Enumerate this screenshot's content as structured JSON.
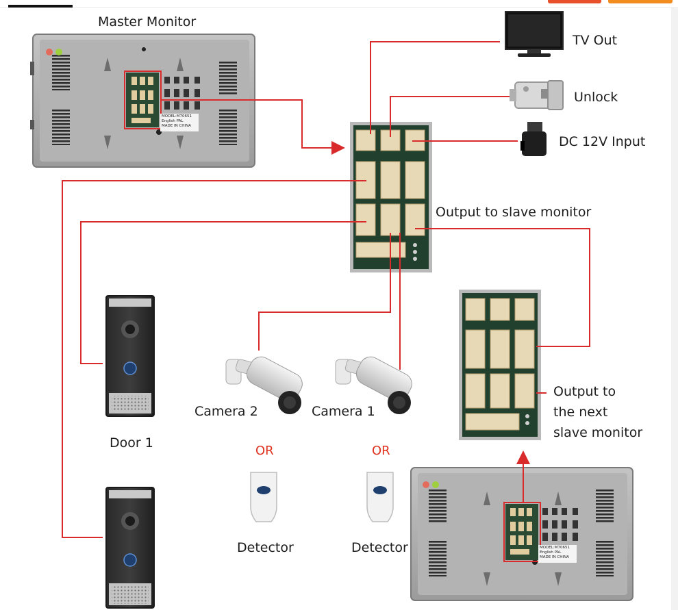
{
  "labels": {
    "master_monitor": "Master Monitor",
    "tv_out": "TV Out",
    "unlock": "Unlock",
    "dc_input": "DC 12V Input",
    "output_slave": "Output to slave monitor",
    "output_next_1": "Output to",
    "output_next_2": "the next",
    "output_next_3": "slave monitor",
    "camera2": "Camera 2",
    "camera1": "Camera 1",
    "door1": "Door 1",
    "or_left": "OR",
    "or_right": "OR",
    "detector_left": "Detector",
    "detector_right": "Detector"
  },
  "plate": {
    "model": "MODEL:M70651",
    "system": "English PAL",
    "origin": "MADE IN CHINA"
  },
  "colors": {
    "wire": "#d92b2b",
    "button_red": "#e8502c",
    "button_orange": "#f28c1e",
    "pcb": "#21402e",
    "connector": "#e8d9b6",
    "monitor": "#a9a9a9"
  }
}
